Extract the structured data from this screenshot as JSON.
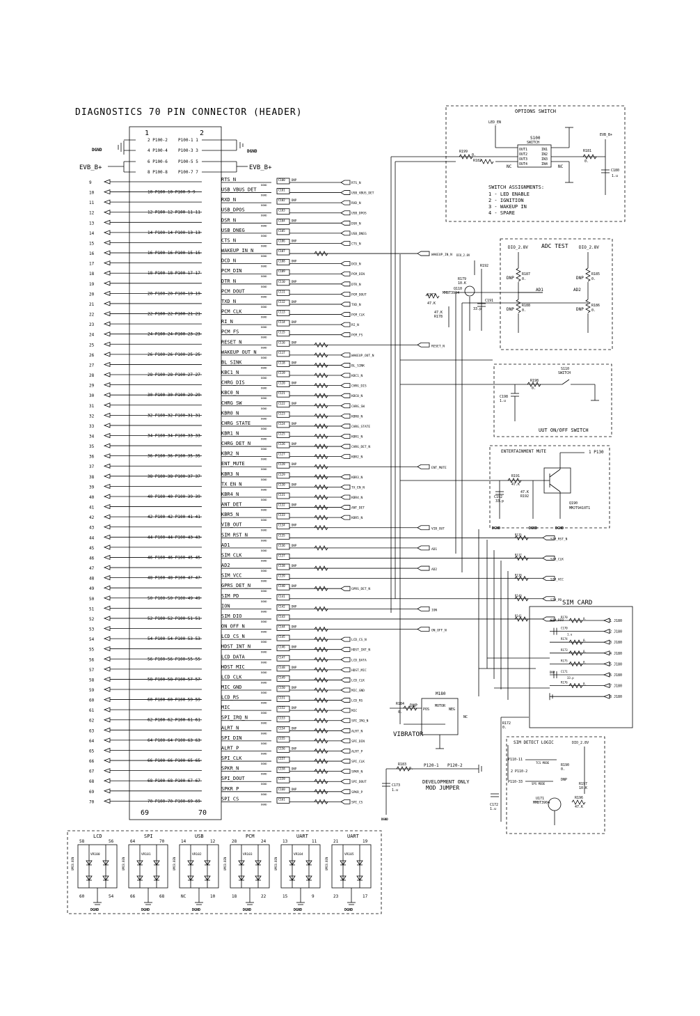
{
  "title": "DIAGNOSTICS 70 PIN CONNECTOR (HEADER)",
  "header_cols": [
    "1",
    "2"
  ],
  "header_bottom": [
    "69",
    "70"
  ],
  "supply": [
    "EVB_B+",
    "EVB_B+"
  ],
  "gnd": "DGND",
  "top_pairs": [
    {
      "odd": "2 P100-2",
      "even": "P100-1 1"
    },
    {
      "odd": "4 P100-4",
      "even": "P100-3 3"
    },
    {
      "odd": "6 P100-6",
      "even": "P100-5 5"
    },
    {
      "odd": "8 P100-8",
      "even": "P100-7 7"
    }
  ],
  "signals": [
    "RTS_N",
    "USB_VBUS_DET",
    "RXD_N",
    "USB_DPOS",
    "DSR_N",
    "USB_DNEG",
    "CTS_N",
    "WAKEUP_IN_N",
    "DCD_N",
    "PCM_DIN",
    "DTR_N",
    "PCM_DOUT",
    "TXD_N",
    "PCM_CLK",
    "RI_N",
    "PCM_FS",
    "RESET_N",
    "WAKEUP_OUT_N",
    "BL_SINK",
    "KBC1_N",
    "CHRG_DIS",
    "KBC0_N",
    "CHRG_SW",
    "KBR0_N",
    "CHRG_STATE",
    "KBR1_N",
    "CHRG_DET_N",
    "KBR2_N",
    "ENT_MUTE",
    "KBR3_N",
    "TX_EN_N",
    "KBR4_N",
    "ANT_DET",
    "KBR5_N",
    "VIB_OUT",
    "SIM_RST_N",
    "AD1",
    "SIM_CLK",
    "AD2",
    "SIM_VCC",
    "GPRS_DET_N",
    "SIM_PD",
    "ION",
    "SIM_DIO",
    "ON_OFF_N",
    "LCD_CS_N",
    "HDST_INT_N",
    "LCD_DATA",
    "HDST_MIC",
    "LCD_CLK",
    "MIC_GND",
    "LCD_RS",
    "MIC",
    "SPI_IRQ_N",
    "ALRT_N",
    "SPI_DIN",
    "ALRT_P",
    "SPI_CLK",
    "SPKR_N",
    "SPI_DOUT",
    "SPKR_P",
    "SPI_CS"
  ],
  "row_numbers": [
    "9",
    "10",
    "11",
    "12",
    "13",
    "14",
    "15",
    "16",
    "17",
    "18",
    "19",
    "20",
    "21",
    "22",
    "23",
    "24",
    "25",
    "26",
    "27",
    "28",
    "29",
    "30",
    "31",
    "32",
    "33",
    "34",
    "35",
    "36",
    "37",
    "38",
    "39",
    "40",
    "41",
    "42",
    "43",
    "44",
    "45",
    "46",
    "47",
    "48",
    "49",
    "50",
    "51",
    "52",
    "53",
    "54",
    "55",
    "56",
    "57",
    "58",
    "59",
    "60",
    "61",
    "62",
    "63",
    "64",
    "65",
    "66",
    "67",
    "68",
    "69",
    "70"
  ],
  "mid_pairs": [
    "10 P100-10  P100-9 9",
    "12 P100-12 P100-11 11",
    "14 P100-14 P100-13 13",
    "16 P100-16 P100-15 15",
    "18 P100-18 P100-17 17",
    "20 P100-20 P100-19 19",
    "22 P100-22 P100-21 21",
    "24 P100-24 P100-23 23",
    "26 P100-26 P100-25 25",
    "28 P100-28 P100-27 27",
    "30 P100-30 P100-29 29",
    "32 P100-32 P100-31 31",
    "34 P100-34 P100-33 33",
    "36 P100-36 P100-35 35",
    "38 P100-38 P100-37 37",
    "40 P100-40 P100-39 39",
    "42 P100-42 P100-41 41",
    "44 P100-44 P100-43 43",
    "46 P100-46 P100-45 45",
    "48 P100-48 P100-47 47",
    "50 P100-50 P100-49 49",
    "52 P100-52 P100-51 51",
    "54 P100-54 P100-53 53",
    "56 P100-56 P100-55 55",
    "58 P100-58 P100-57 57",
    "60 P100-60 P100-59 59",
    "62 P100-62 P100-61 61",
    "64 P100-64 P100-63 63",
    "66 P100-66 P100-65 65",
    "68 P100-68 P100-67 67",
    "70 P100-70 P100-69 69"
  ],
  "cap_labels": [
    "C100",
    "C101",
    "C102",
    "C103",
    "C104",
    "C105",
    "C106",
    "C107",
    "C108",
    "C109",
    "C110",
    "C111",
    "C112",
    "C113",
    "C114",
    "C115",
    "C116",
    "C117",
    "C118",
    "C119",
    "C120",
    "C121",
    "C122",
    "C123",
    "C124",
    "C125",
    "C126",
    "C127",
    "C128",
    "C129",
    "C130",
    "C131",
    "C132",
    "C133",
    "C134",
    "C135",
    "C136",
    "C137",
    "C138",
    "C139",
    "C140",
    "C141",
    "C142",
    "C143",
    "C144",
    "C145",
    "C146",
    "C147",
    "C148",
    "C149",
    "C150",
    "C151",
    "C152",
    "C153",
    "C154",
    "C155",
    "C156",
    "C157",
    "C158",
    "C159",
    "C160",
    "C161"
  ],
  "dnp": "DNP",
  "right_labels": [
    {
      "row": 0,
      "text": "RTS_N"
    },
    {
      "row": 1,
      "text": "USB_VBUS_DET"
    },
    {
      "row": 2,
      "text": "RXD_N"
    },
    {
      "row": 3,
      "text": "USB_DPOS"
    },
    {
      "row": 4,
      "text": "DSR_N"
    },
    {
      "row": 5,
      "text": "USB_DNEG"
    },
    {
      "row": 6,
      "text": "CTS_N"
    },
    {
      "row": 8,
      "text": "DCD_N"
    },
    {
      "row": 9,
      "text": "PCM_DIN"
    },
    {
      "row": 10,
      "text": "DTR_N"
    },
    {
      "row": 11,
      "text": "PCM_DOUT"
    },
    {
      "row": 12,
      "text": "TXD_N"
    },
    {
      "row": 13,
      "text": "PCM_CLK"
    },
    {
      "row": 14,
      "text": "RI_N"
    },
    {
      "row": 15,
      "text": "PCM_FS"
    },
    {
      "row": 17,
      "text": "WAKEUP_OUT_N"
    },
    {
      "row": 18,
      "text": "BL_SINK"
    },
    {
      "row": 19,
      "text": "KBC1_N"
    },
    {
      "row": 20,
      "text": "CHRG_DIS"
    },
    {
      "row": 21,
      "text": "KBC0_N"
    },
    {
      "row": 22,
      "text": "CHRG_SW"
    },
    {
      "row": 23,
      "text": "KBR0_N"
    },
    {
      "row": 24,
      "text": "CHRG_STATE"
    },
    {
      "row": 25,
      "text": "KBR1_N"
    },
    {
      "row": 26,
      "text": "CHRG_DET_N"
    },
    {
      "row": 27,
      "text": "KBR2_N"
    },
    {
      "row": 29,
      "text": "KBR3_N"
    },
    {
      "row": 30,
      "text": "TX_EN_N"
    },
    {
      "row": 31,
      "text": "KBR4_N"
    },
    {
      "row": 32,
      "text": "ANT_DET"
    },
    {
      "row": 33,
      "text": "KBR5_N"
    },
    {
      "row": 40,
      "text": "GPRS_DET_N"
    },
    {
      "row": 45,
      "text": "LCD_CS_N"
    },
    {
      "row": 46,
      "text": "HDST_INT_N"
    },
    {
      "row": 47,
      "text": "LCD_DATA"
    },
    {
      "row": 48,
      "text": "HDST_MIC"
    },
    {
      "row": 49,
      "text": "LCD_CLK"
    },
    {
      "row": 50,
      "text": "MIC_GND"
    },
    {
      "row": 51,
      "text": "LCD_RS"
    },
    {
      "row": 52,
      "text": "MIC"
    },
    {
      "row": 53,
      "text": "SPI_IRQ_N"
    },
    {
      "row": 54,
      "text": "ALRT_N"
    },
    {
      "row": 55,
      "text": "SPI_DIN"
    },
    {
      "row": 56,
      "text": "ALRT_P"
    },
    {
      "row": 57,
      "text": "SPI_CLK"
    },
    {
      "row": 58,
      "text": "SPKR_N"
    },
    {
      "row": 59,
      "text": "SPI_DOUT"
    },
    {
      "row": 60,
      "text": "SPKR_P"
    },
    {
      "row": 61,
      "text": "SPI_CS"
    }
  ],
  "far_labels": [
    {
      "row": 7,
      "text": "WAKEUP_IN_N"
    },
    {
      "row": 16,
      "text": "RESET_N"
    },
    {
      "row": 28,
      "text": "ENT_MUTE"
    },
    {
      "row": 34,
      "text": "VIB_OUT"
    },
    {
      "row": 36,
      "text": "AD1"
    },
    {
      "row": 38,
      "text": "AD2"
    },
    {
      "row": 42,
      "text": "ION"
    },
    {
      "row": 44,
      "text": "ON_OFF_N"
    }
  ],
  "sim_labels": [
    {
      "row": 35,
      "text": "SIM_RST_N"
    },
    {
      "row": 37,
      "text": "SIM_CLK"
    },
    {
      "row": 39,
      "text": "SIM_VCC"
    },
    {
      "row": 41,
      "text": "SIM_PD"
    },
    {
      "row": 43,
      "text": "SIM_DIO"
    }
  ],
  "options_switch": {
    "title": "OPTIONS SWITCH",
    "led_en": "LED_EN",
    "part": "S100",
    "part_type": "SWITCH",
    "pins": [
      "OUT1",
      "OUT2",
      "OUT3",
      "OUT4",
      "IN1",
      "IN2",
      "IN3",
      "IN4"
    ],
    "r199": "R199",
    "r182": "R182",
    "r181": "R181",
    "r_value": "0.",
    "c180": "C180",
    "c180_value": "1.u",
    "evb": "EVB_B+",
    "nc": "NC",
    "assign_title": "SWITCH ASSIGNMENTS:",
    "assignments": [
      "1 - LED ENABLE",
      "2 - IGNITION",
      "3 - WAKEUP IN",
      "4 - SPARE"
    ]
  },
  "adc_test": {
    "title": "ADC TEST",
    "rail": "DIO_2.8V",
    "resistors": [
      "R187",
      "R188",
      "R185",
      "R186"
    ],
    "dnp": "DNP",
    "value": "0.",
    "nets": [
      "AD1",
      "AD2"
    ]
  },
  "reset_circuit": {
    "rail": "DIO_2.8V",
    "q": "Q110",
    "q_part": "MMBT3904",
    "r177": "R177",
    "r177_value": "47.K",
    "r178": "R178",
    "r178_value": "47.K",
    "r179": "R179",
    "r179_value": "10.K",
    "c191": "C191",
    "c191_value": "33.p",
    "r192": "R192"
  },
  "onoff": {
    "title": "UUT ON/OFF SWITCH",
    "switch": "S110",
    "switch_type": "SWITCH",
    "r": "R198",
    "r_value": "0.",
    "c": "C198",
    "c_value": "1.u"
  },
  "mute": {
    "title": "ENTERTAINMENT MUTE",
    "pin": "1 P130",
    "r191": "R191",
    "r191_value": "47.K",
    "r192": "R192",
    "r192_value": "47.K",
    "c192": "C192",
    "c192_value": "33.p",
    "q": "Q190",
    "q_part": "MMJT9410T1"
  },
  "sim_card": {
    "title": "SIM CARD",
    "rows": [
      {
        "ref": "R170",
        "pin": "1 J180"
      },
      {
        "ref": "C170",
        "pin": "2 J180"
      },
      {
        "ref": "R174",
        "pin": "3 J180"
      },
      {
        "ref": "R173",
        "pin": "4 J180"
      },
      {
        "ref": "R175",
        "pin": "5 J180"
      },
      {
        "ref": "C171",
        "pin": "6 J180"
      },
      {
        "ref": "R176",
        "pin": "7 J180"
      },
      {
        "ref": "",
        "pin": "8 J180"
      }
    ],
    "value": "0.",
    "c_value": "1.u",
    "c171_value": "33.p",
    "dnp": "DNP"
  },
  "vibrator": {
    "title": "VIBRATOR",
    "part": "M180",
    "part_type": "MOTOR",
    "r": "R184",
    "r_value": "0.",
    "dnp": "DNP",
    "pins": [
      "POS",
      "NEG",
      "NC"
    ]
  },
  "sim_series": [
    "R135",
    "R137",
    "R138",
    "R140",
    "R141"
  ],
  "dev_jumper": {
    "title": "DEVELOPMENT ONLY",
    "subtitle": "MOD JUMPER",
    "r": "R183",
    "r_value": "0.",
    "pins": [
      "P120-1",
      "P120-2"
    ],
    "c": "C173",
    "c_value": "1.u"
  },
  "sim_detect": {
    "title": "SIM DETECT LOGIC",
    "rail": "DIO_2.8V",
    "pins": [
      "P110-11",
      "2 P110-2",
      "P110-33"
    ],
    "tcs": "TCS MODE",
    "sps": "SPS MODE",
    "r172": "R172",
    "r_value": "0.",
    "r190": "R190",
    "r197": "R197",
    "r197_value": "10.K",
    "r196": "R196",
    "r196_value": "47.K",
    "q": "U171",
    "q_part": "MMBT3904",
    "c172": "C172",
    "c172_value": "1.u"
  },
  "esd": [
    {
      "name": "LCD",
      "part": "VR100",
      "tl": "58",
      "tr": "56",
      "bl": "60",
      "br": "54"
    },
    {
      "name": "SPI",
      "part": "VR101",
      "tl": "64",
      "tr": "70",
      "bl": "66",
      "br": "68"
    },
    {
      "name": "USB",
      "part": "VR102",
      "tl": "14",
      "tr": "12",
      "bl": "NC",
      "br": "10"
    },
    {
      "name": "PCM",
      "part": "VR103",
      "tl": "28",
      "tr": "24",
      "bl": "18",
      "br": "22"
    },
    {
      "name": "UART",
      "part": "VR104",
      "tl": "13",
      "tr": "11",
      "bl": "15",
      "br": "9"
    },
    {
      "name": "UART",
      "part": "VR105",
      "tl": "21",
      "tr": "19",
      "bl": "23",
      "br": "17"
    }
  ],
  "esd_side": "UMC8.8EN"
}
